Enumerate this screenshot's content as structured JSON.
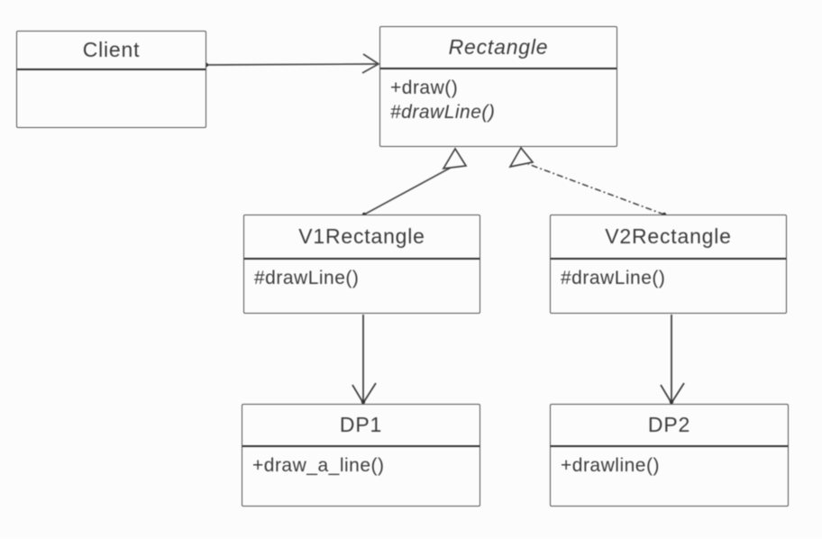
{
  "diagram_type": "uml-class-diagram",
  "classes": {
    "client": {
      "name": "Client",
      "methods": []
    },
    "rectangle": {
      "name": "Rectangle",
      "abstract": true,
      "methods": [
        "+draw()",
        "#drawLine()"
      ]
    },
    "v1rectangle": {
      "name": "V1Rectangle",
      "methods": [
        "#drawLine()"
      ]
    },
    "v2rectangle": {
      "name": "V2Rectangle",
      "methods": [
        "#drawLine()"
      ]
    },
    "dp1": {
      "name": "DP1",
      "methods": [
        "+draw_a_line()"
      ]
    },
    "dp2": {
      "name": "DP2",
      "methods": [
        "+drawline()"
      ]
    }
  },
  "relationships": [
    {
      "from": "Client",
      "to": "Rectangle",
      "type": "association",
      "arrowhead": "open",
      "line": "solid"
    },
    {
      "from": "V1Rectangle",
      "to": "Rectangle",
      "type": "generalization",
      "arrowhead": "hollow-triangle",
      "line": "solid"
    },
    {
      "from": "V2Rectangle",
      "to": "Rectangle",
      "type": "generalization",
      "arrowhead": "hollow-triangle",
      "line": "dash-dot"
    },
    {
      "from": "V1Rectangle",
      "to": "DP1",
      "type": "association",
      "arrowhead": "open",
      "line": "solid"
    },
    {
      "from": "V2Rectangle",
      "to": "DP2",
      "type": "association",
      "arrowhead": "open",
      "line": "solid"
    }
  ],
  "colors": {
    "background": "#ffffff",
    "box_border": "#4e4e4e",
    "divider": "#2e2e2e",
    "text": "#3a3a3a",
    "edge": "#474747"
  }
}
